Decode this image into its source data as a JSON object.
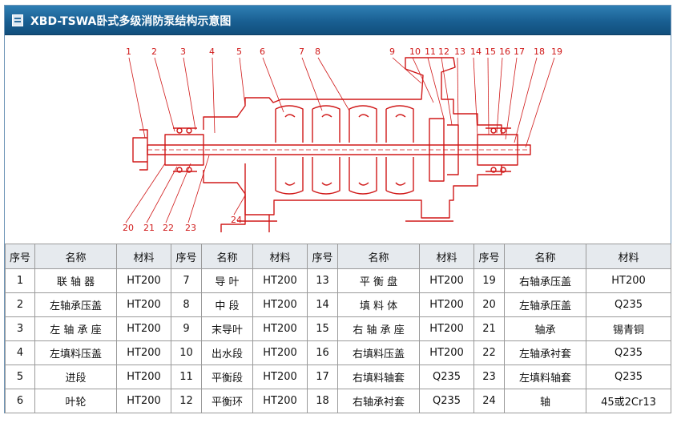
{
  "title": "XBD-TSWA卧式多级消防泵结构示意图",
  "diagram": {
    "callouts_top": [
      "1",
      "2",
      "3",
      "4",
      "5",
      "6",
      "7",
      "8",
      "9",
      "10",
      "11",
      "12",
      "13",
      "14",
      "15",
      "16",
      "17",
      "18",
      "19"
    ],
    "callouts_bottom": [
      "20",
      "21",
      "22",
      "23",
      "24"
    ]
  },
  "table": {
    "headers": [
      "序号",
      "名称",
      "材料",
      "序号",
      "名称",
      "材料",
      "序号",
      "名称",
      "材料",
      "序号",
      "名称",
      "材料"
    ],
    "rows": [
      [
        "1",
        "联 轴 器",
        "HT200",
        "7",
        "导 叶",
        "HT200",
        "13",
        "平 衡 盘",
        "HT200",
        "19",
        "右轴承压盖",
        "HT200"
      ],
      [
        "2",
        "左轴承压盖",
        "HT200",
        "8",
        "中 段",
        "HT200",
        "14",
        "填 料 体",
        "HT200",
        "20",
        "左轴承压盖",
        "Q235"
      ],
      [
        "3",
        "左 轴 承 座",
        "HT200",
        "9",
        "末导叶",
        "HT200",
        "15",
        "右 轴 承 座",
        "HT200",
        "21",
        "轴承",
        "锡青铜"
      ],
      [
        "4",
        "左填料压盖",
        "HT200",
        "10",
        "出水段",
        "HT200",
        "16",
        "右填料压盖",
        "HT200",
        "22",
        "左轴承衬套",
        "Q235"
      ],
      [
        "5",
        "进段",
        "HT200",
        "11",
        "平衡段",
        "HT200",
        "17",
        "右填料轴套",
        "Q235",
        "23",
        "左填料轴套",
        "Q235"
      ],
      [
        "6",
        "叶轮",
        "HT200",
        "12",
        "平衡环",
        "HT200",
        "18",
        "右轴承衬套",
        "Q235",
        "24",
        "轴",
        "45或2Cr13"
      ]
    ]
  }
}
